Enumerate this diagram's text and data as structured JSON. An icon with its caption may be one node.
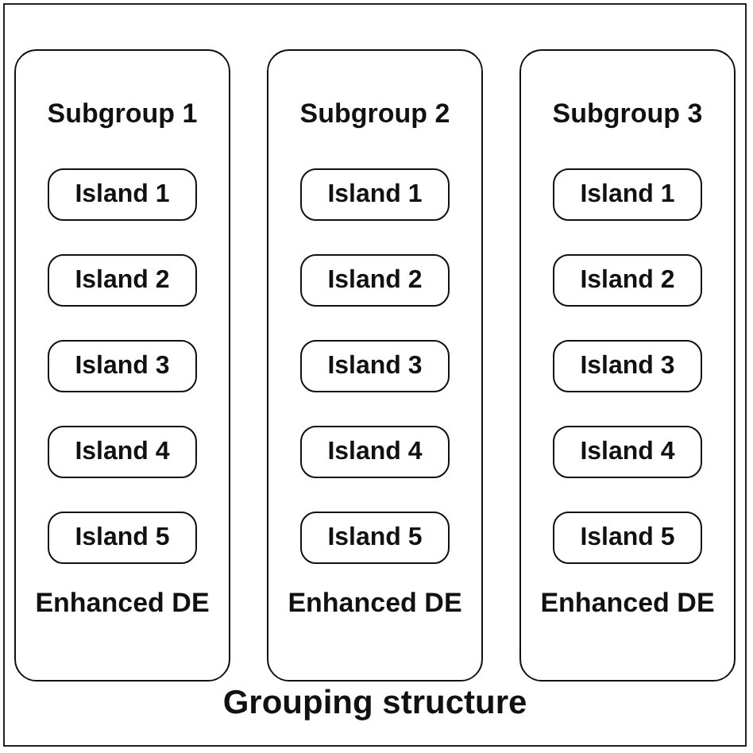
{
  "diagram": {
    "nodes": [
      {
        "text": [
          "Grouping structure"
        ]
      },
      {
        "text": [
          "Subgroup 1",
          "Enhanced DE"
        ],
        "in": 0
      },
      {
        "text": [
          "Island 1"
        ],
        "in": 1
      },
      {
        "text": [
          "Island 2"
        ],
        "in": 1
      },
      {
        "text": [
          "Island 3"
        ],
        "in": 1
      },
      {
        "text": [
          "Island 4"
        ],
        "in": 1
      },
      {
        "text": [
          "Island 5"
        ],
        "in": 1
      },
      {
        "text": [
          "Subgroup 2",
          "Enhanced DE"
        ],
        "in": 0
      },
      {
        "text": [
          "Island 1"
        ],
        "in": 7
      },
      {
        "text": [
          "Island 2"
        ],
        "in": 7
      },
      {
        "text": [
          "Island 3"
        ],
        "in": 7
      },
      {
        "text": [
          "Island 4"
        ],
        "in": 7
      },
      {
        "text": [
          "Island 5"
        ],
        "in": 7
      },
      {
        "text": [
          "Subgroup 3",
          "Enhanced DE"
        ],
        "in": 0
      },
      {
        "text": [
          "Island 1"
        ],
        "in": 13
      },
      {
        "text": [
          "Island 2"
        ],
        "in": 13
      },
      {
        "text": [
          "Island 3"
        ],
        "in": 13
      },
      {
        "text": [
          "Island 4"
        ],
        "in": 13
      },
      {
        "text": [
          "Island 5"
        ],
        "in": 13
      }
    ],
    "edges": []
  }
}
